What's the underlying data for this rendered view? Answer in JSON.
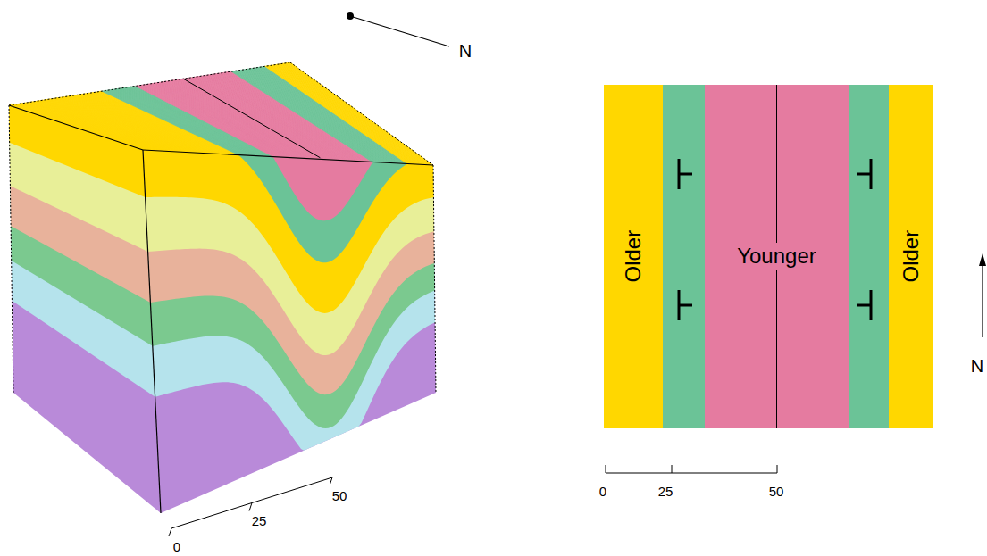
{
  "diagram": {
    "nodes": [
      {
        "text": [
          "Older"
        ]
      },
      {
        "text": [
          "Younger"
        ]
      },
      {
        "text": [
          "Older"
        ]
      }
    ],
    "labels": [
      "N",
      "N",
      "0",
      "25",
      "50",
      "0",
      "25",
      "50"
    ]
  }
}
